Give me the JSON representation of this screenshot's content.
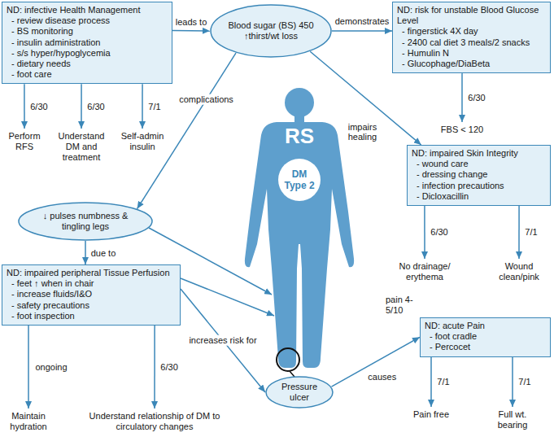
{
  "diagram": {
    "nodes": [
      {
        "text": [
          "ND: infective Health Management",
          "- review disease process",
          "- BS monitoring",
          "- insulin administration",
          "- s/s hyper/hypoglycemia",
          "- dietary needs",
          "- foot care"
        ]
      },
      {
        "text": [
          "Blood sugar (BS) 450",
          "↑thirst/wt loss"
        ]
      },
      {
        "text": [
          "ND: risk for unstable Blood Glucose Level",
          "- fingerstick 4X day",
          "- 2400 cal diet 3 meals/2 snacks",
          "- Humulin N",
          "- Glucophage/DiaBeta"
        ]
      },
      {
        "text": [
          "Perform RFS"
        ]
      },
      {
        "text": [
          "Understand DM and treatment"
        ]
      },
      {
        "text": [
          "Self-admin insulin"
        ]
      },
      {
        "text": [
          "FBS < 120"
        ]
      },
      {
        "text": [
          "↓ pulses numbness & tingling legs"
        ]
      },
      {
        "text": [
          "ND: impaired Skin Integrity",
          "- wound care",
          "- dressing change",
          "- infection precautions",
          "- Dicloxacillin"
        ]
      },
      {
        "text": [
          "No drainage/ erythema"
        ]
      },
      {
        "text": [
          "Wound clean/pink"
        ]
      },
      {
        "text": [
          "ND: impaired peripheral Tissue Perfusion",
          "- feet ↑ when in chair",
          "- increase fluids/I&O",
          "- safety precautions",
          "- foot inspection"
        ]
      },
      {
        "text": [
          "DM Type 2"
        ]
      },
      {
        "text": [
          "Pressure ulcer"
        ]
      },
      {
        "text": [
          "ND: acute Pain",
          "- foot cradle",
          "- Percocet"
        ]
      },
      {
        "text": [
          "Maintain hydration"
        ]
      },
      {
        "text": [
          "Understand relationship of DM to circulatory changes"
        ]
      },
      {
        "text": [
          "Pain free"
        ]
      },
      {
        "text": [
          "Full wt. bearing"
        ]
      }
    ],
    "edges": [
      {
        "from": 0,
        "to": 1,
        "label": "leads to",
        "arrow": "to"
      },
      {
        "from": 1,
        "to": 2,
        "label": "demonstrates",
        "arrow": "to"
      },
      {
        "from": 1,
        "to": 7,
        "label": "complications",
        "arrow": "to"
      },
      {
        "from": 1,
        "to": 8,
        "label": "impairs healing",
        "arrow": "to"
      },
      {
        "from": 0,
        "to": 3,
        "label": "6/30",
        "arrow": "to"
      },
      {
        "from": 0,
        "to": 4,
        "label": "6/30",
        "arrow": "to"
      },
      {
        "from": 0,
        "to": 5,
        "label": "7/1",
        "arrow": "to"
      },
      {
        "from": 2,
        "to": 6,
        "label": "6/30",
        "arrow": "to"
      },
      {
        "from": 8,
        "to": 9,
        "label": "6/30",
        "arrow": "to"
      },
      {
        "from": 8,
        "to": 10,
        "label": "7/1",
        "arrow": "to"
      },
      {
        "from": 7,
        "to": 11,
        "label": "due to",
        "arrow": "to"
      },
      {
        "from": 11,
        "to": 13,
        "label": "increases risk for",
        "arrow": "to"
      },
      {
        "from": 13,
        "to": 14,
        "label": "causes",
        "arrow": "to"
      },
      {
        "from": 11,
        "to": 15,
        "label": "ongoing",
        "arrow": "to"
      },
      {
        "from": 11,
        "to": 16,
        "label": "6/30",
        "arrow": "to"
      },
      {
        "from": 14,
        "to": 17,
        "label": "7/1",
        "arrow": "to"
      },
      {
        "from": 14,
        "to": 18,
        "label": "7/1",
        "arrow": "to"
      }
    ],
    "labels": [
      "RS",
      "pain 4-5/10"
    ]
  }
}
